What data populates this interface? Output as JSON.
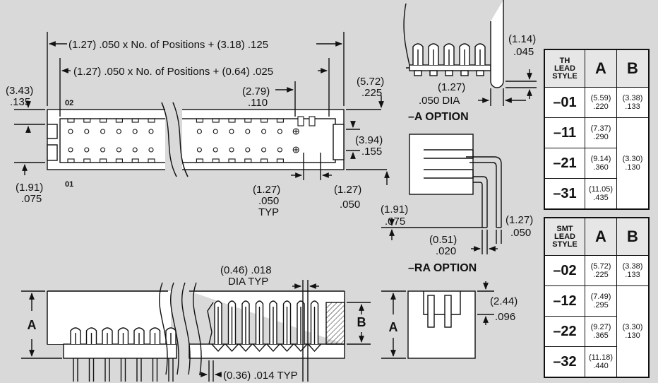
{
  "top_view": {
    "dim_total": "(1.27) .050 x No. of Positions + (3.18) .125",
    "dim_inner": "(1.27) .050 x No. of Positions + (0.64) .025",
    "dim_height_mm": "(3.43)",
    "dim_height_in": ".135",
    "dim_body_mm": "(5.72)",
    "dim_body_in": ".225",
    "dim_key_mm": "(2.79)",
    "dim_key_in": ".110",
    "dim_row_mm": "(3.94)",
    "dim_row_in": ".155",
    "dim_edge_mm": "(1.91)",
    "dim_edge_in": ".075",
    "dim_pitch_mm": "(1.27)",
    "dim_pitch_in": ".050",
    "dim_pitch_typ": "TYP",
    "dim_end_mm": "(1.27)",
    "dim_end_in": ".050",
    "label_pin2": "02",
    "label_pin1": "01"
  },
  "a_option": {
    "dim_gap_mm": "(1.14)",
    "dim_gap_in": ".045",
    "dim_dia_mm": "(1.27)",
    "dim_dia_in": ".050 DIA",
    "label": "–A OPTION"
  },
  "ra_option": {
    "dim_left_mm": "(1.91)",
    "dim_left_in": ".075",
    "dim_right_mm": "(1.27)",
    "dim_right_in": ".050",
    "dim_lead_mm": "(0.51)",
    "dim_lead_in": ".020",
    "label": "–RA OPTION"
  },
  "side_view": {
    "dim_dia": "(0.46) .018",
    "dim_dia_typ": "DIA TYP",
    "dim_pin": "(0.36) .014 TYP",
    "label_a": "A",
    "label_b": "B"
  },
  "end_view": {
    "label_a": "A",
    "dim_mm": "(2.44)",
    "dim_in": ".096"
  },
  "th_table": {
    "header_style": [
      "TH",
      "LEAD",
      "STYLE"
    ],
    "header_a": "A",
    "header_b": "B",
    "rows": [
      {
        "code": "–01",
        "a_mm": "(5.59)",
        "a_in": ".220",
        "b_mm": "(3.38)",
        "b_in": ".133"
      },
      {
        "code": "–11",
        "a_mm": "(7.37)",
        "a_in": ".290",
        "b_mm": "",
        "b_in": ""
      },
      {
        "code": "–21",
        "a_mm": "(9.14)",
        "a_in": ".360",
        "b_mm": "(3.30)",
        "b_in": ".130"
      },
      {
        "code": "–31",
        "a_mm": "(11.05)",
        "a_in": ".435",
        "b_mm": "",
        "b_in": ""
      }
    ]
  },
  "smt_table": {
    "header_style": [
      "SMT",
      "LEAD",
      "STYLE"
    ],
    "header_a": "A",
    "header_b": "B",
    "rows": [
      {
        "code": "–02",
        "a_mm": "(5.72)",
        "a_in": ".225",
        "b_mm": "(3.38)",
        "b_in": ".133"
      },
      {
        "code": "–12",
        "a_mm": "(7.49)",
        "a_in": ".295",
        "b_mm": "",
        "b_in": ""
      },
      {
        "code": "–22",
        "a_mm": "(9.27)",
        "a_in": ".365",
        "b_mm": "(3.30)",
        "b_in": ".130"
      },
      {
        "code": "–32",
        "a_mm": "(11.18)",
        "a_in": ".440",
        "b_mm": "",
        "b_in": ""
      }
    ]
  }
}
